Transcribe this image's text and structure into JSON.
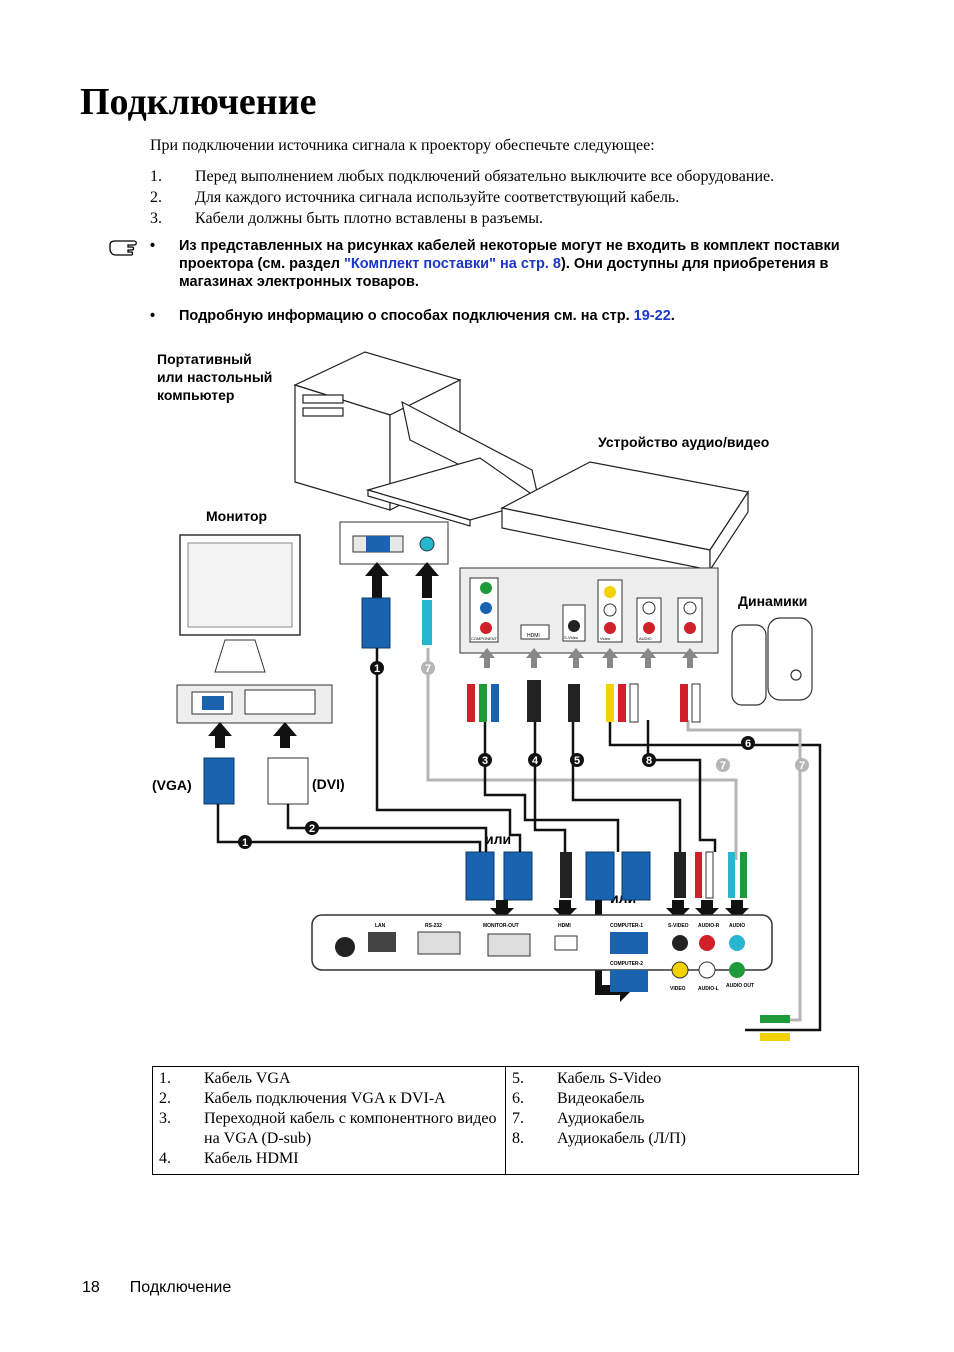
{
  "page": {
    "title": "Подключение",
    "intro": "При подключении источника сигнала к проектору обеспечьте следующее:",
    "steps": [
      {
        "num": "1.",
        "text": "Перед выполнением любых подключений обязательно выключите все оборудование."
      },
      {
        "num": "2.",
        "text": "Для каждого источника сигнала используйте соответствующий кабель."
      },
      {
        "num": "3.",
        "text": "Кабели должны быть плотно вставлены в разъемы."
      }
    ],
    "note1": {
      "bullet": "•",
      "text_before": "Из представленных на рисунках кабелей некоторые могут не входить в комплект поставки проектора (см. раздел ",
      "link": "\"Комплект поставки\" на стр. 8",
      "text_after": "). Они доступны для приобретения в магазинах электронных товаров."
    },
    "note2": {
      "bullet": "•",
      "text_before": "Подробную информацию о способах подключения см. на стр. ",
      "link": "19-22",
      "text_after": "."
    }
  },
  "diagram": {
    "labels": {
      "computer_line1": "Портативный",
      "computer_line2": "или настольный",
      "computer_line3": "компьютер",
      "av_device": "Устройство аудио/видео",
      "monitor": "Монитор",
      "speakers": "Динамики",
      "vga": "(VGA)",
      "dvi": "(DVI)",
      "or1": "или",
      "or2": "или"
    },
    "projector_ports": {
      "lan": "LAN",
      "rs232": "RS-232",
      "monitor_out": "MONITOR-OUT",
      "hdmi": "HDMI",
      "computer1": "COMPUTER-1",
      "computer2": "COMPUTER-2",
      "svideo": "S-VIDEO",
      "video": "VIDEO",
      "audio_r": "AUDIO-R",
      "audio_l": "AUDIO-L",
      "audio": "AUDIO",
      "audio_out": "AUDIO OUT"
    },
    "av_ports": {
      "component": "COMPONENT",
      "hdmi": "HDMI",
      "svideo": "S-Video",
      "video": "Video",
      "audio": "AUDIO"
    },
    "cable_numbers": [
      "1",
      "2",
      "3",
      "4",
      "5",
      "6",
      "7",
      "8"
    ],
    "colors": {
      "vga_blue": "#1a63b0",
      "green": "#1f9a3a",
      "red": "#d1202a",
      "yellow": "#f2d200",
      "cyan": "#27b6cf",
      "gray_cable": "#b5b5b5",
      "dark": "#111111"
    }
  },
  "legend": {
    "left": [
      {
        "num": "1.",
        "text": "Кабель VGA"
      },
      {
        "num": "2.",
        "text": "Кабель подключения VGA к DVI-A"
      },
      {
        "num": "3.",
        "text": "Переходной кабель с компонентного видео на VGA (D-sub)"
      },
      {
        "num": "4.",
        "text": "Кабель HDMI"
      }
    ],
    "right": [
      {
        "num": "5.",
        "text": "Кабель S-Video"
      },
      {
        "num": "6.",
        "text": "Видеокабель"
      },
      {
        "num": "7.",
        "text": "Аудиокабель"
      },
      {
        "num": "8.",
        "text": "Аудиокабель (Л/П)"
      }
    ]
  },
  "footer": {
    "page_number": "18",
    "section": "Подключение"
  }
}
